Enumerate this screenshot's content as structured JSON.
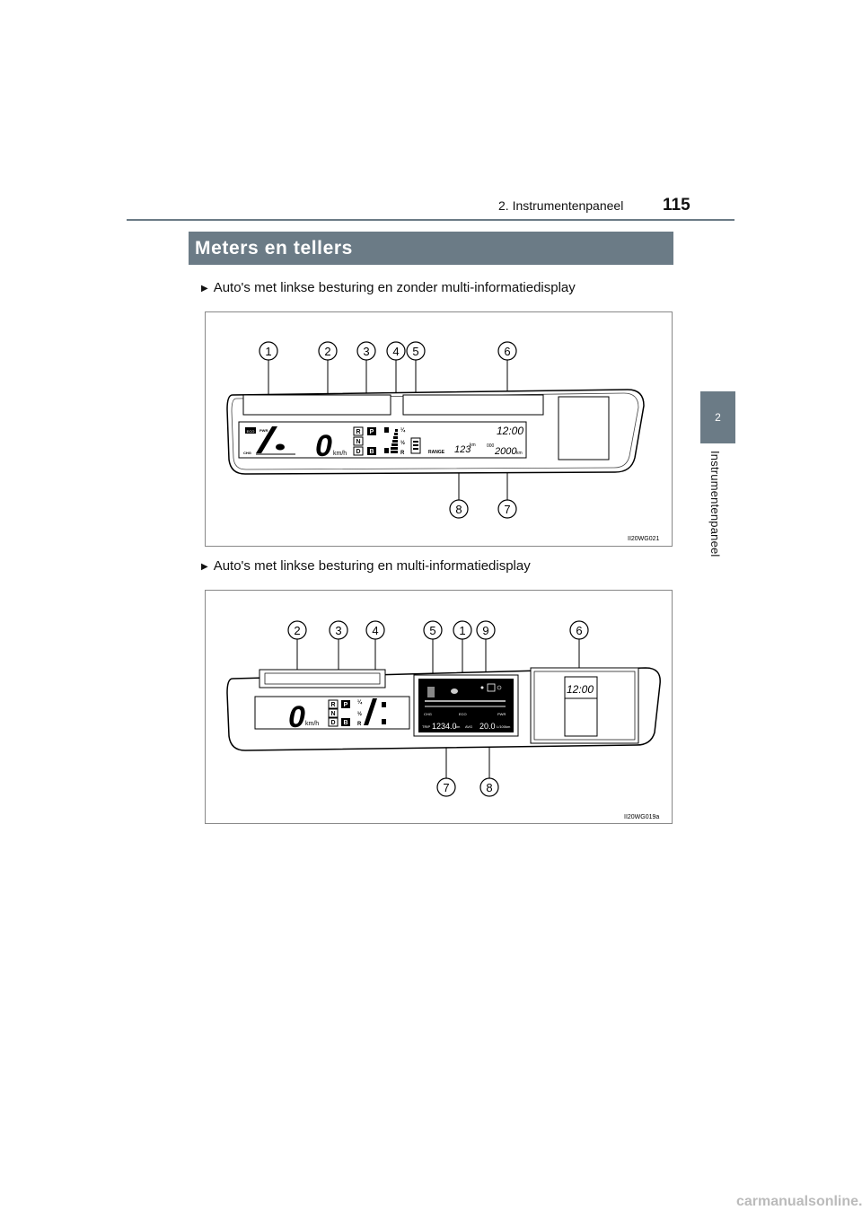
{
  "header": {
    "page_number": "115",
    "chapter_title": "2. Instrumentenpaneel"
  },
  "side_tab": {
    "number": "2",
    "label": "Instrumentenpaneel"
  },
  "section": {
    "title": "Meters en tellers"
  },
  "figure1": {
    "caption": "Auto's met linkse besturing en zonder multi-informatiedisplay",
    "code": "II20WG021",
    "callouts": [
      "1",
      "2",
      "3",
      "4",
      "5",
      "6",
      "8",
      "7"
    ],
    "lcd": {
      "eco": "ECO",
      "pwr": "PWR",
      "chg": "CHG",
      "speed": "0",
      "unit": "km/h",
      "gear_r": "R",
      "gear_p": "P",
      "gear_n": "N",
      "gear_d": "D",
      "gear_b": "B",
      "fuel_14": "¼",
      "fuel_12": "½",
      "fuel_r": "R",
      "range_label": "RANGE",
      "range": "123",
      "range_unit": "km",
      "odo_prefix": "000",
      "odo": "2000",
      "odo_unit": "km",
      "clock": "12:00"
    }
  },
  "figure2": {
    "caption": "Auto's met linkse besturing en multi-informatiedisplay",
    "code": "II20WG019a",
    "callouts": [
      "2",
      "3",
      "4",
      "5",
      "1",
      "9",
      "6",
      "7",
      "8"
    ],
    "lcd": {
      "speed": "0",
      "unit": "km/h",
      "gear_r": "R",
      "gear_p": "P",
      "gear_n": "N",
      "gear_d": "D",
      "gear_b": "B",
      "fuel_14": "¼",
      "fuel_12": "½",
      "fuel_r": "R",
      "mid_chg": "CHG",
      "mid_eco": "ECO",
      "mid_pwr": "PWR",
      "trip_label": "TRIP",
      "trip": "1234.0",
      "trip_unit": "km",
      "avg_label": "AVG",
      "avg": "20.0",
      "avg_unit": "L/100km",
      "clock": "12:00"
    }
  },
  "watermark": "carmanualsonline.info"
}
